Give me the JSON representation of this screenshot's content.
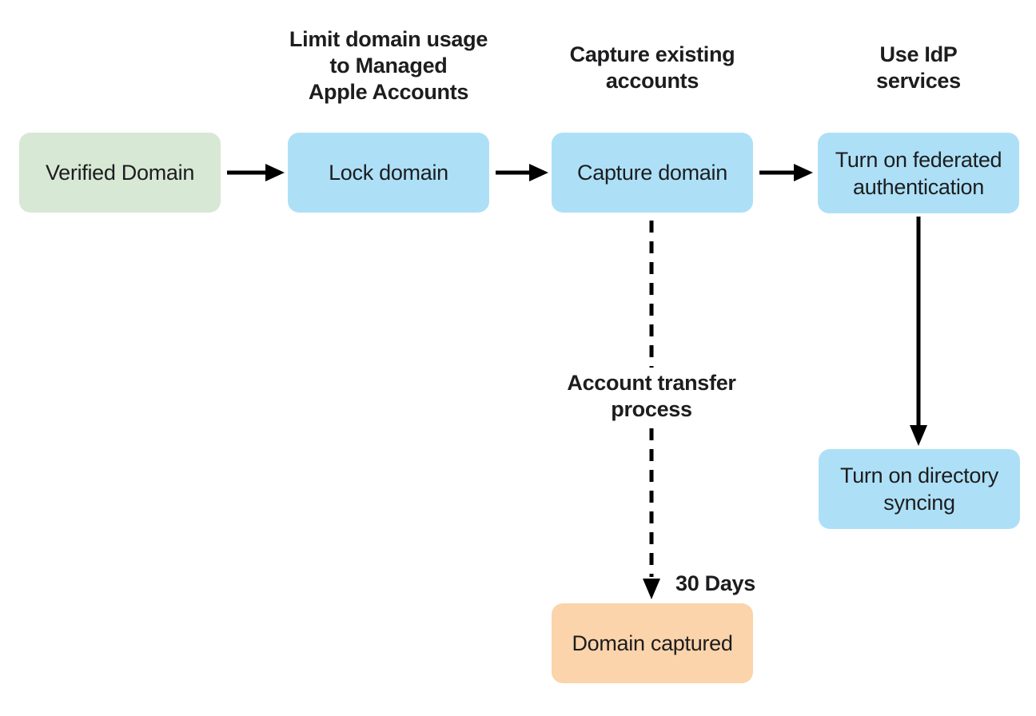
{
  "colors": {
    "canvas_bg": "#ffffff",
    "node_green": "#d7e8d4",
    "node_blue": "#ade0f7",
    "node_orange": "#fbd4ab",
    "arrow": "#000000",
    "text": "#1d1d1f"
  },
  "nodes": {
    "verified": {
      "label": "Verified Domain"
    },
    "lock": {
      "label": "Lock domain"
    },
    "capture": {
      "label": "Capture domain"
    },
    "federated": {
      "label": "Turn on federated\nauthentication"
    },
    "directory": {
      "label": "Turn on directory\nsyncing"
    },
    "captured": {
      "label": "Domain captured"
    }
  },
  "captions": {
    "limit": "Limit domain usage\nto Managed\nApple Accounts",
    "capture_existing": "Capture existing\naccounts",
    "idp": "Use IdP\nservices",
    "transfer": "Account transfer\nprocess",
    "days": "30 Days"
  }
}
